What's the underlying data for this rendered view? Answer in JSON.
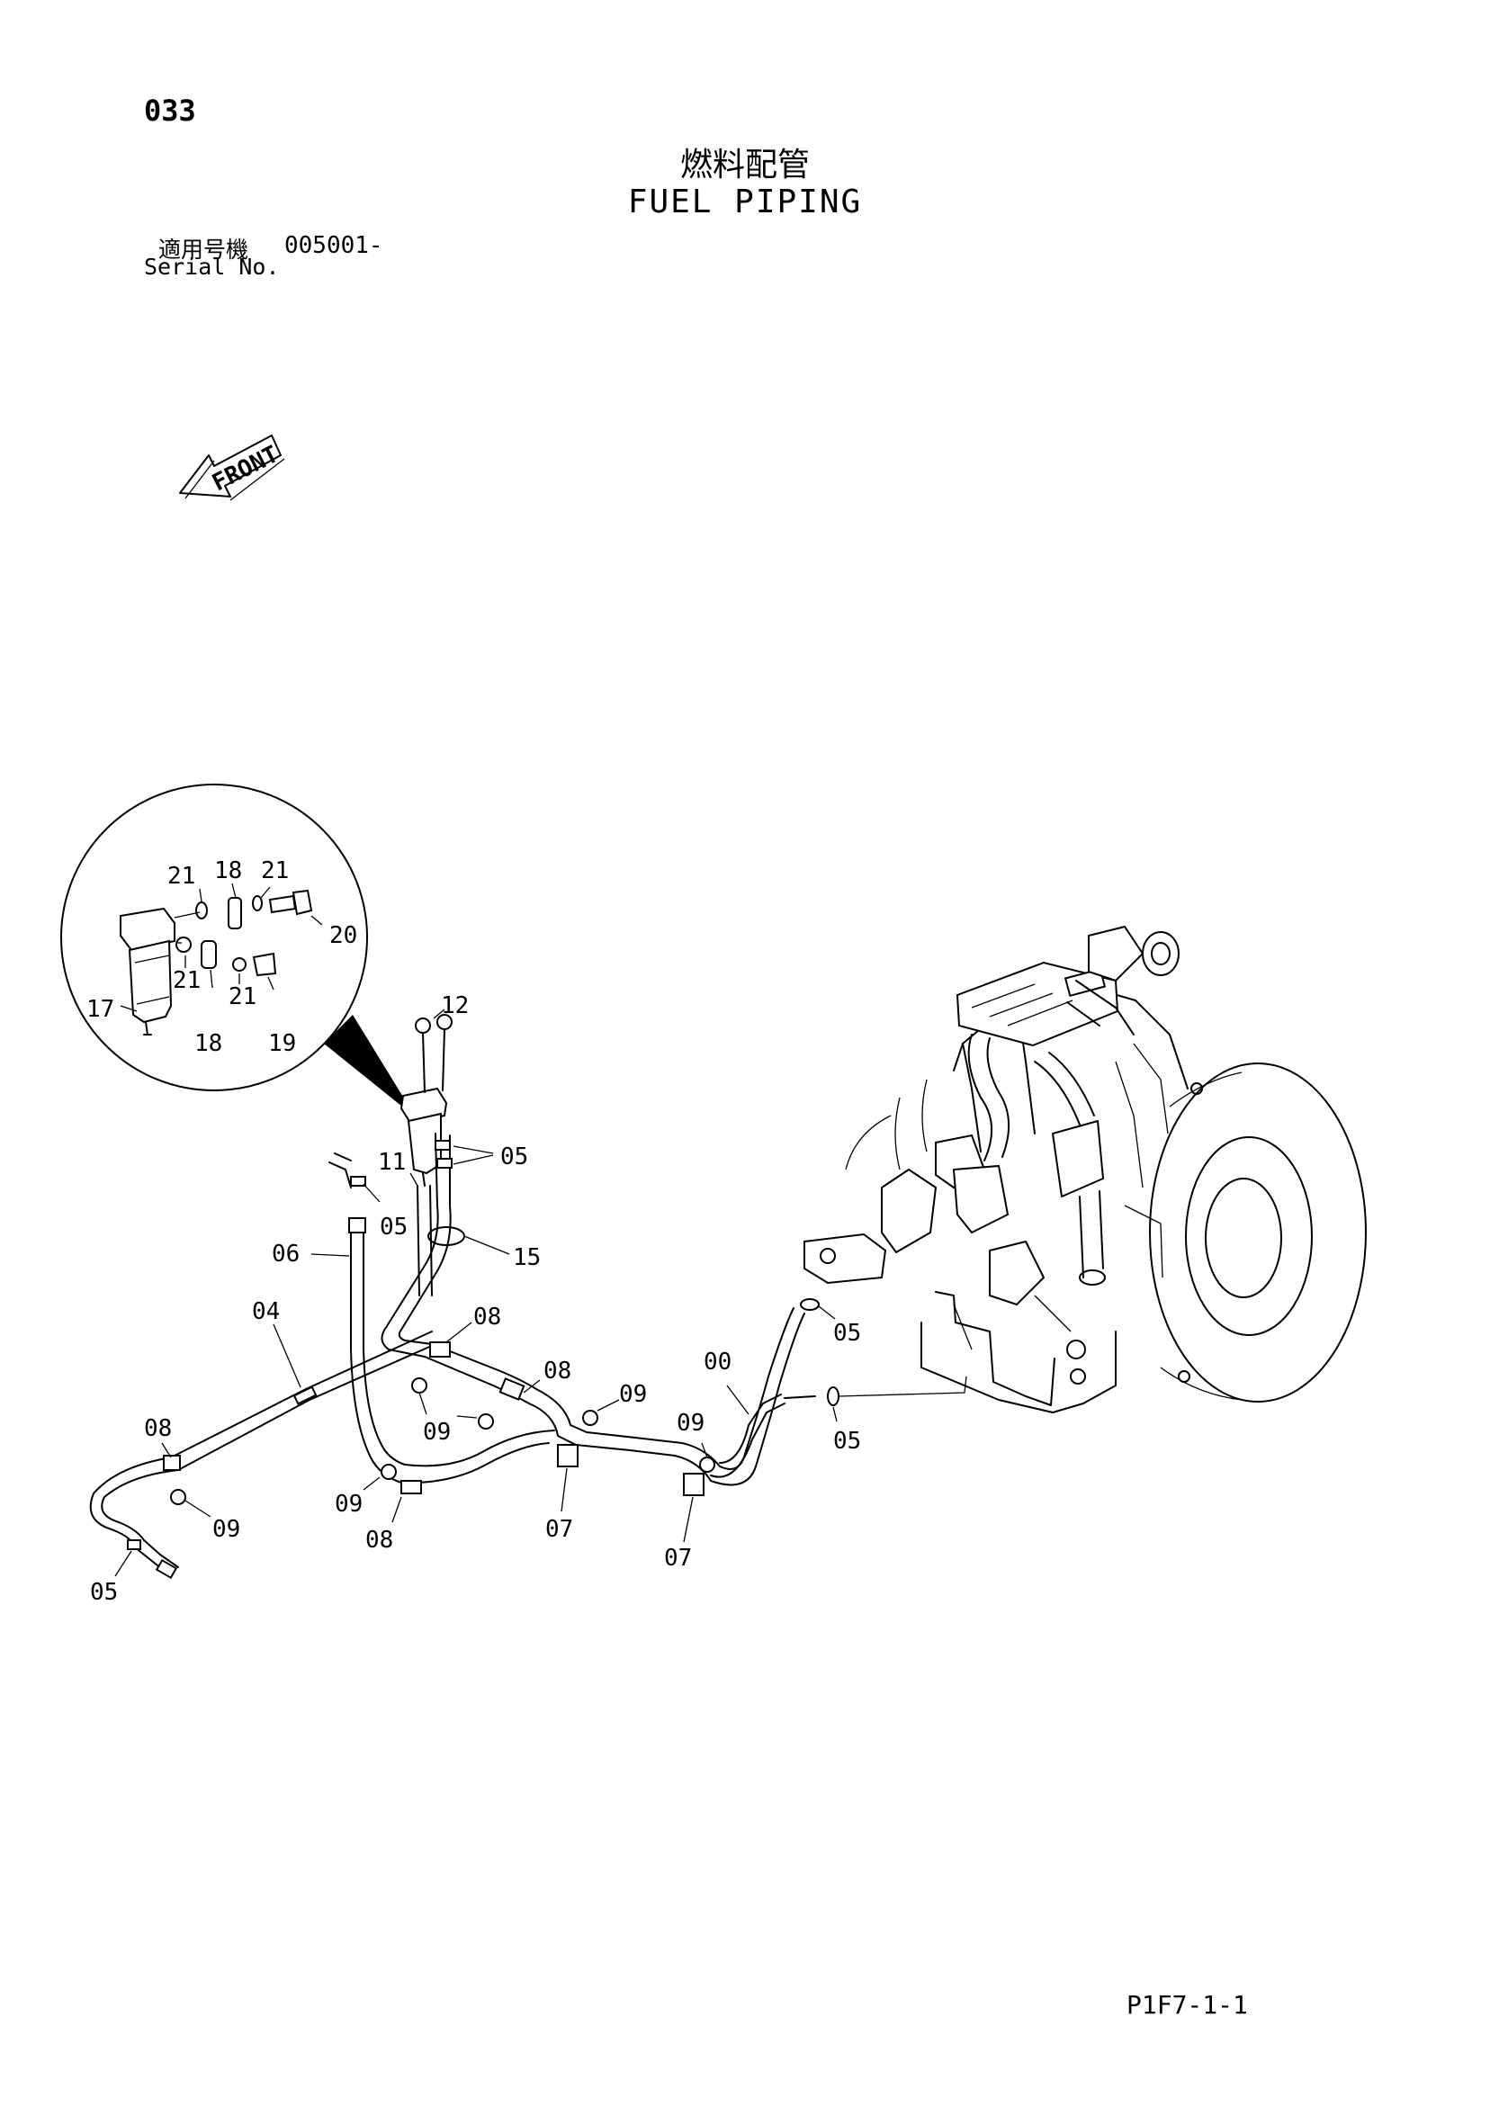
{
  "header": {
    "page_number": "033",
    "title_jp": "燃料配管",
    "title_en": "FUEL PIPING",
    "serial_label_jp": "適用号機",
    "serial_value": "005001-",
    "serial_label_en": "Serial No."
  },
  "front_arrow": {
    "label": "FRONT"
  },
  "callouts": {
    "inset_21_a": "21",
    "inset_18_a": "18",
    "inset_21_b": "21",
    "inset_20": "20",
    "inset_21_c": "21",
    "inset_21_d": "21",
    "inset_17": "17",
    "inset_18_b": "18",
    "inset_19": "19",
    "c12": "12",
    "c11": "11",
    "c05_a": "05",
    "c05_b": "05",
    "c15": "15",
    "c06": "06",
    "c04": "04",
    "c08_a": "08",
    "c08_b": "08",
    "c08_c": "08",
    "c08_d": "08",
    "c09_a": "09",
    "c09_b": "09",
    "c09_c": "09",
    "c09_d": "09",
    "c09_e": "09",
    "c00": "00",
    "c05_c": "05",
    "c05_d": "05",
    "c05_e": "05",
    "c07_a": "07",
    "c07_b": "07"
  },
  "footer": {
    "page_code": "P1F7-1-1"
  }
}
